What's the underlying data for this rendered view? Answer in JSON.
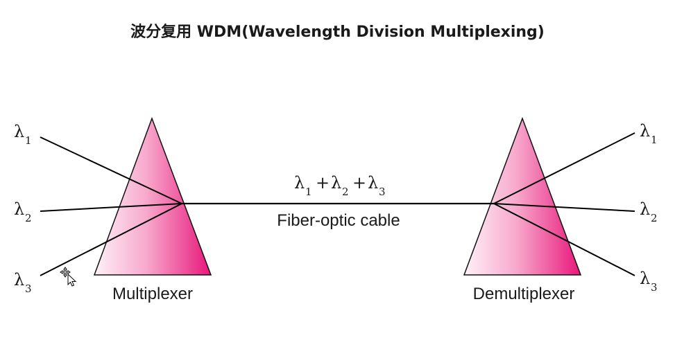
{
  "title": "波分复用 WDM(Wavelength Division Multiplexing)",
  "lambda_symbol": "λ",
  "inputs": [
    "1",
    "2",
    "3"
  ],
  "outputs": [
    "1",
    "2",
    "3"
  ],
  "combined_label": {
    "symbol": "λ",
    "plus": "+",
    "subs": [
      "1",
      "2",
      "3"
    ]
  },
  "cable_label": "Fiber-optic cable",
  "multiplexer_label": "Multiplexer",
  "demultiplexer_label": "Demultiplexer",
  "colors": {
    "prism_light": "#fde8f1",
    "prism_dark": "#e8177a",
    "line": "#000000"
  }
}
